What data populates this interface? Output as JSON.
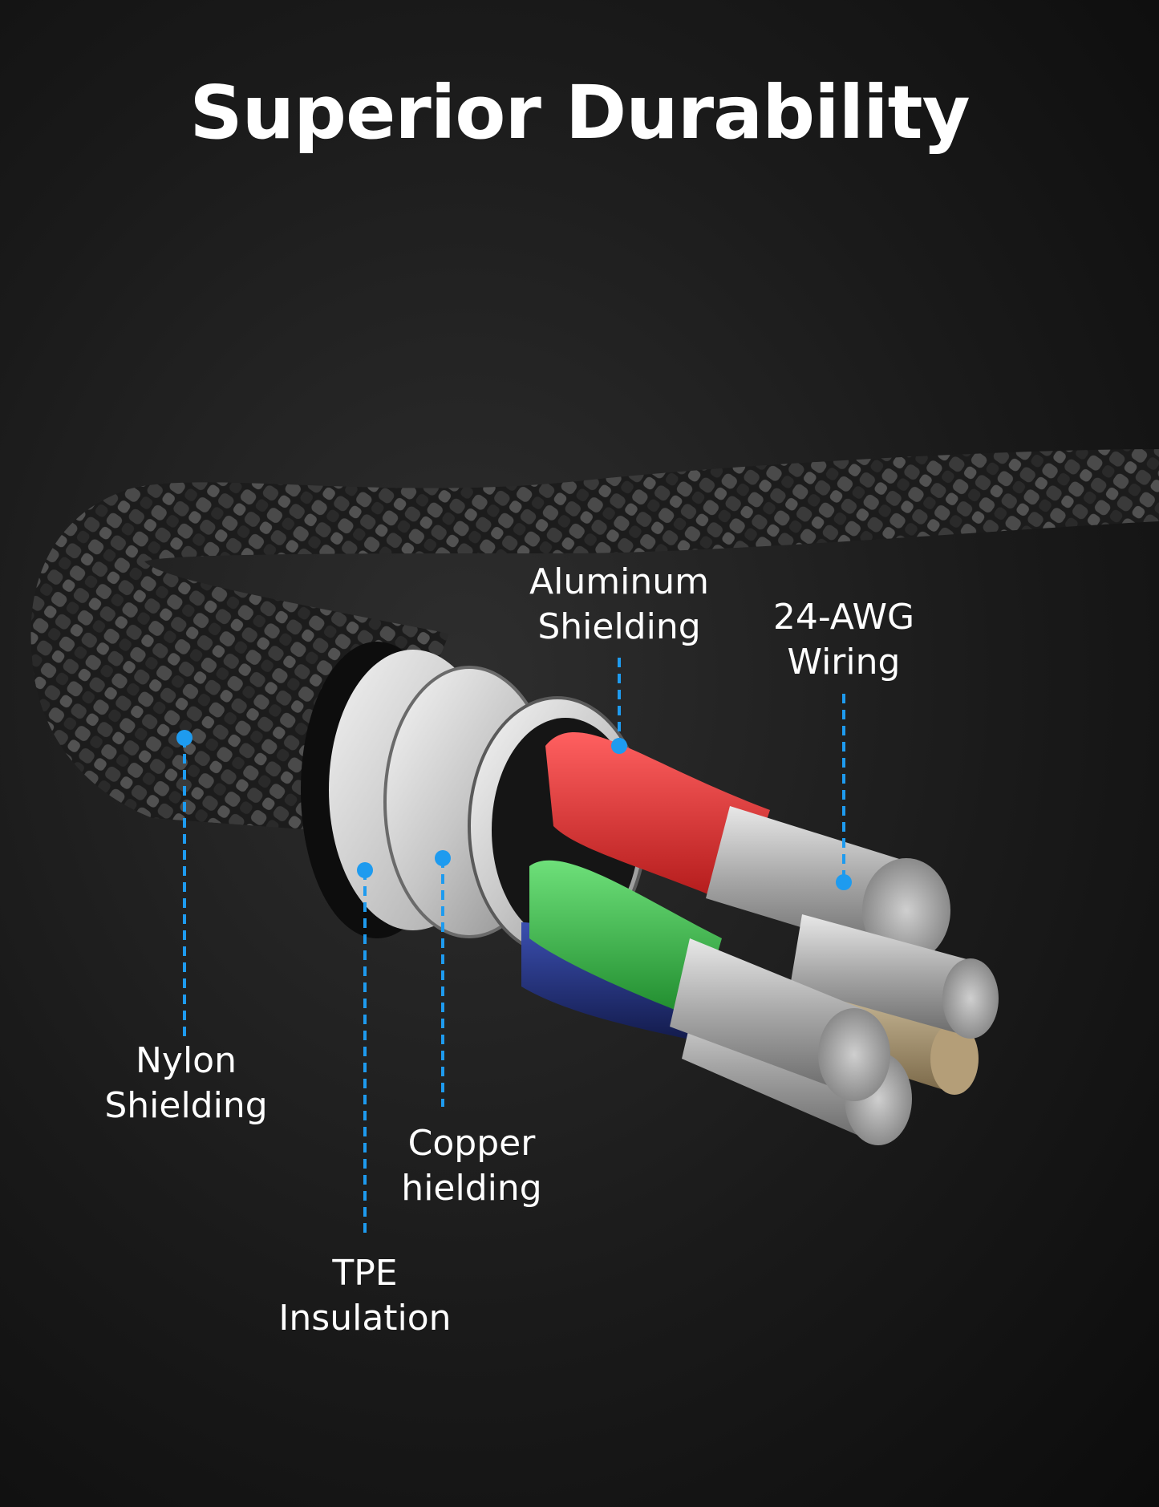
{
  "title": "Superior Durability",
  "accent_color": "#1e9bef",
  "callouts": [
    {
      "id": "nylon",
      "line1": "Nylon",
      "line2": "Shielding"
    },
    {
      "id": "tpe",
      "line1": "TPE",
      "line2": "Insulation"
    },
    {
      "id": "copper",
      "line1": "Copper",
      "line2": "hielding"
    },
    {
      "id": "aluminum",
      "line1": "Aluminum",
      "line2": "Shielding"
    },
    {
      "id": "awg",
      "line1": "24-AWG",
      "line2": "Wiring"
    }
  ]
}
